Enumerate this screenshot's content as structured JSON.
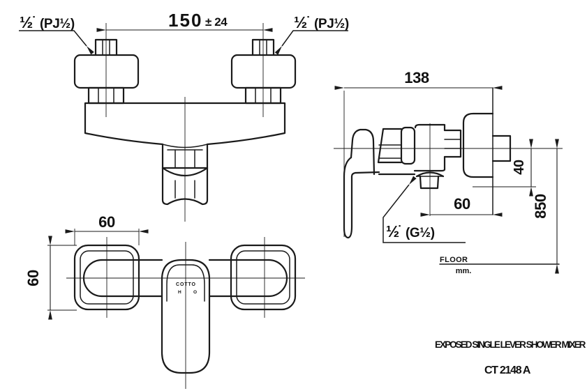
{
  "drawing": {
    "stroke_color": "#1a1a1a",
    "background": "#ffffff",
    "front": {
      "dim_width": {
        "value": "150",
        "tolerance": "± 24"
      },
      "inlet_left": {
        "size": "½",
        "mark": "▪",
        "thread": "(PJ½)"
      },
      "inlet_right": {
        "size": "½",
        "mark": "▪",
        "thread": "(PJ½)"
      }
    },
    "plan": {
      "width_dim": "60",
      "height_dim": "60",
      "logo": "COTTO",
      "hot_mark": "H",
      "cold_mark": "O"
    },
    "side": {
      "depth_dim": "138",
      "outlet_drop_dim": "40",
      "height_dim": "850",
      "outlet_offset_dim": "60",
      "outlet": {
        "size": "½",
        "mark": "▪",
        "thread": "(G½)"
      },
      "floor_label": "FLOOR",
      "unit_label": "mm."
    },
    "footer": {
      "title": "EXPOSED SINGLE LEVER SHOWER MIXER",
      "model": "CT 2148 A"
    }
  }
}
